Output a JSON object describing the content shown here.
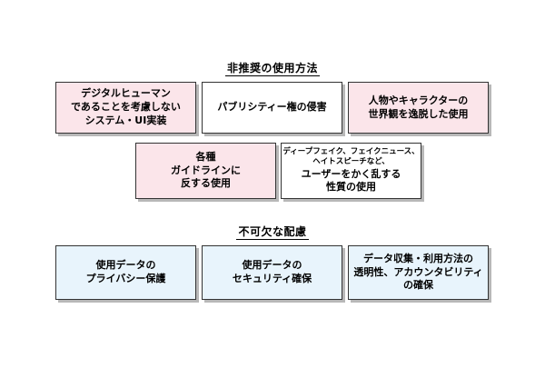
{
  "section1": {
    "title": "非推奨の使用方法",
    "boxes": [
      {
        "lines": [
          "デジタルヒューマン",
          "であることを考慮しない",
          "システム・UI実装"
        ]
      },
      {
        "lines": [
          "パブリシティー権の侵害"
        ]
      },
      {
        "lines": [
          "人物やキャラクターの",
          "世界観を逸脱した使用"
        ]
      },
      {
        "lines": [
          "各種",
          "ガイドラインに",
          "反する使用"
        ]
      },
      {
        "lines": [
          "ディープフェイク、フェイクニュース、",
          "ヘイトスピーチなど、",
          "ユーザーをかく乱する",
          "性質の使用"
        ]
      }
    ]
  },
  "section2": {
    "title": "不可欠な配慮",
    "boxes": [
      {
        "lines": [
          "使用データの",
          "プライバシー保護"
        ]
      },
      {
        "lines": [
          "使用データの",
          "セキュリティ確保"
        ]
      },
      {
        "lines": [
          "データ収集・利用方法の",
          "透明性、アカウンタビリティ",
          "の確保"
        ]
      }
    ]
  }
}
